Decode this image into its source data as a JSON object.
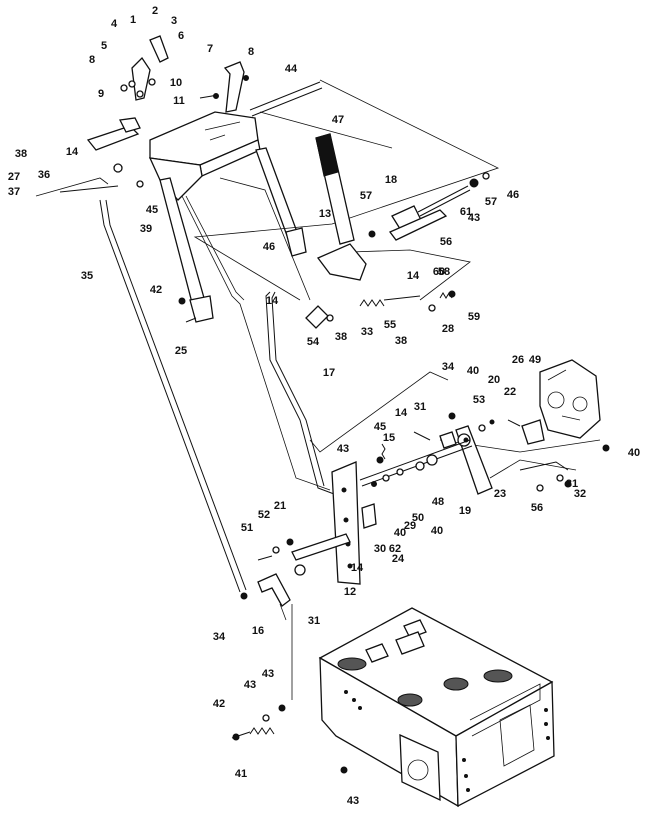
{
  "callouts": [
    "1",
    "2",
    "3",
    "4",
    "5",
    "6",
    "7",
    "8",
    "8",
    "9",
    "10",
    "11",
    "12",
    "13",
    "14",
    "14",
    "14",
    "14",
    "14",
    "15",
    "16",
    "17",
    "18",
    "19",
    "20",
    "21",
    "22",
    "23",
    "24",
    "25",
    "26",
    "27",
    "28",
    "29",
    "30",
    "31",
    "31",
    "31",
    "32",
    "33",
    "34",
    "34",
    "35",
    "36",
    "37",
    "38",
    "38",
    "38",
    "39",
    "40",
    "40",
    "40",
    "40",
    "41",
    "42",
    "42",
    "43",
    "43",
    "43",
    "43",
    "43",
    "44",
    "45",
    "45",
    "46",
    "46",
    "47",
    "48",
    "49",
    "50",
    "51",
    "52",
    "53",
    "54",
    "55",
    "56",
    "56",
    "57",
    "57",
    "58",
    "59",
    "60",
    "61",
    "62"
  ]
}
